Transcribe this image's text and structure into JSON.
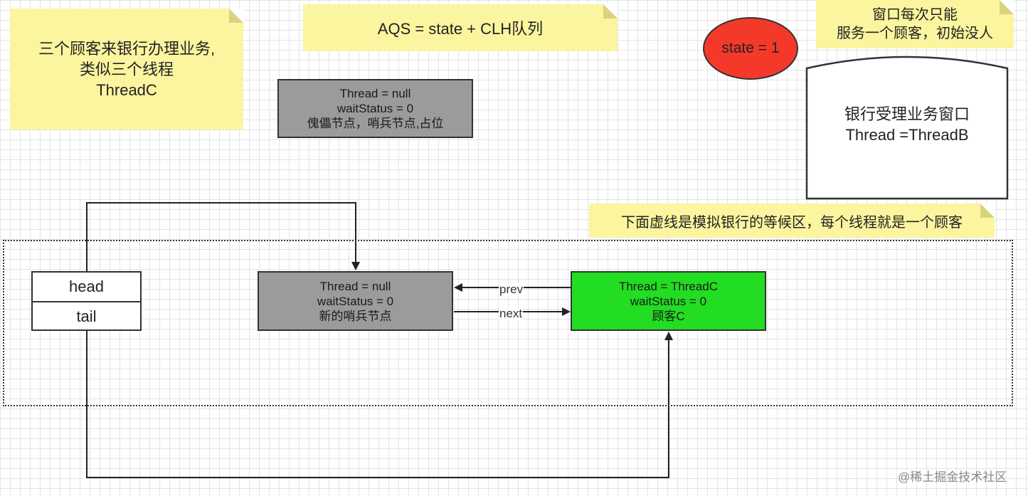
{
  "notes": {
    "customers": {
      "line1": "三个顾客来银行办理业务,",
      "line2": "类似三个线程",
      "line3": "ThreadC"
    },
    "aqs": "AQS = state + CLH队列",
    "window_note": {
      "line1": "窗口每次只能",
      "line2": "服务一个顾客，初始没人"
    },
    "waiting_area": "下面虚线是模拟银行的等候区，每个线程就是一个顾客"
  },
  "state_circle": {
    "label": "state = 1",
    "color": "#f4392a"
  },
  "window_box": {
    "line1": "银行受理业务窗口",
    "line2": "Thread =ThreadB"
  },
  "dummy_node": {
    "line1": "Thread = null",
    "line2": "waitStatus = 0",
    "line3": "傀儡节点，哨兵节点,占位"
  },
  "head_tail": {
    "head": "head",
    "tail": "tail"
  },
  "sentinel_node": {
    "line1": "Thread = null",
    "line2": "waitStatus = 0",
    "line3": "新的哨兵节点"
  },
  "threadc_node": {
    "line1": "Thread = ThreadC",
    "line2": "waitStatus = 0",
    "line3": "顾客C",
    "color": "#22dd22"
  },
  "edges": {
    "prev": "prev",
    "next": "next"
  },
  "watermark": "@稀土掘金技术社区"
}
